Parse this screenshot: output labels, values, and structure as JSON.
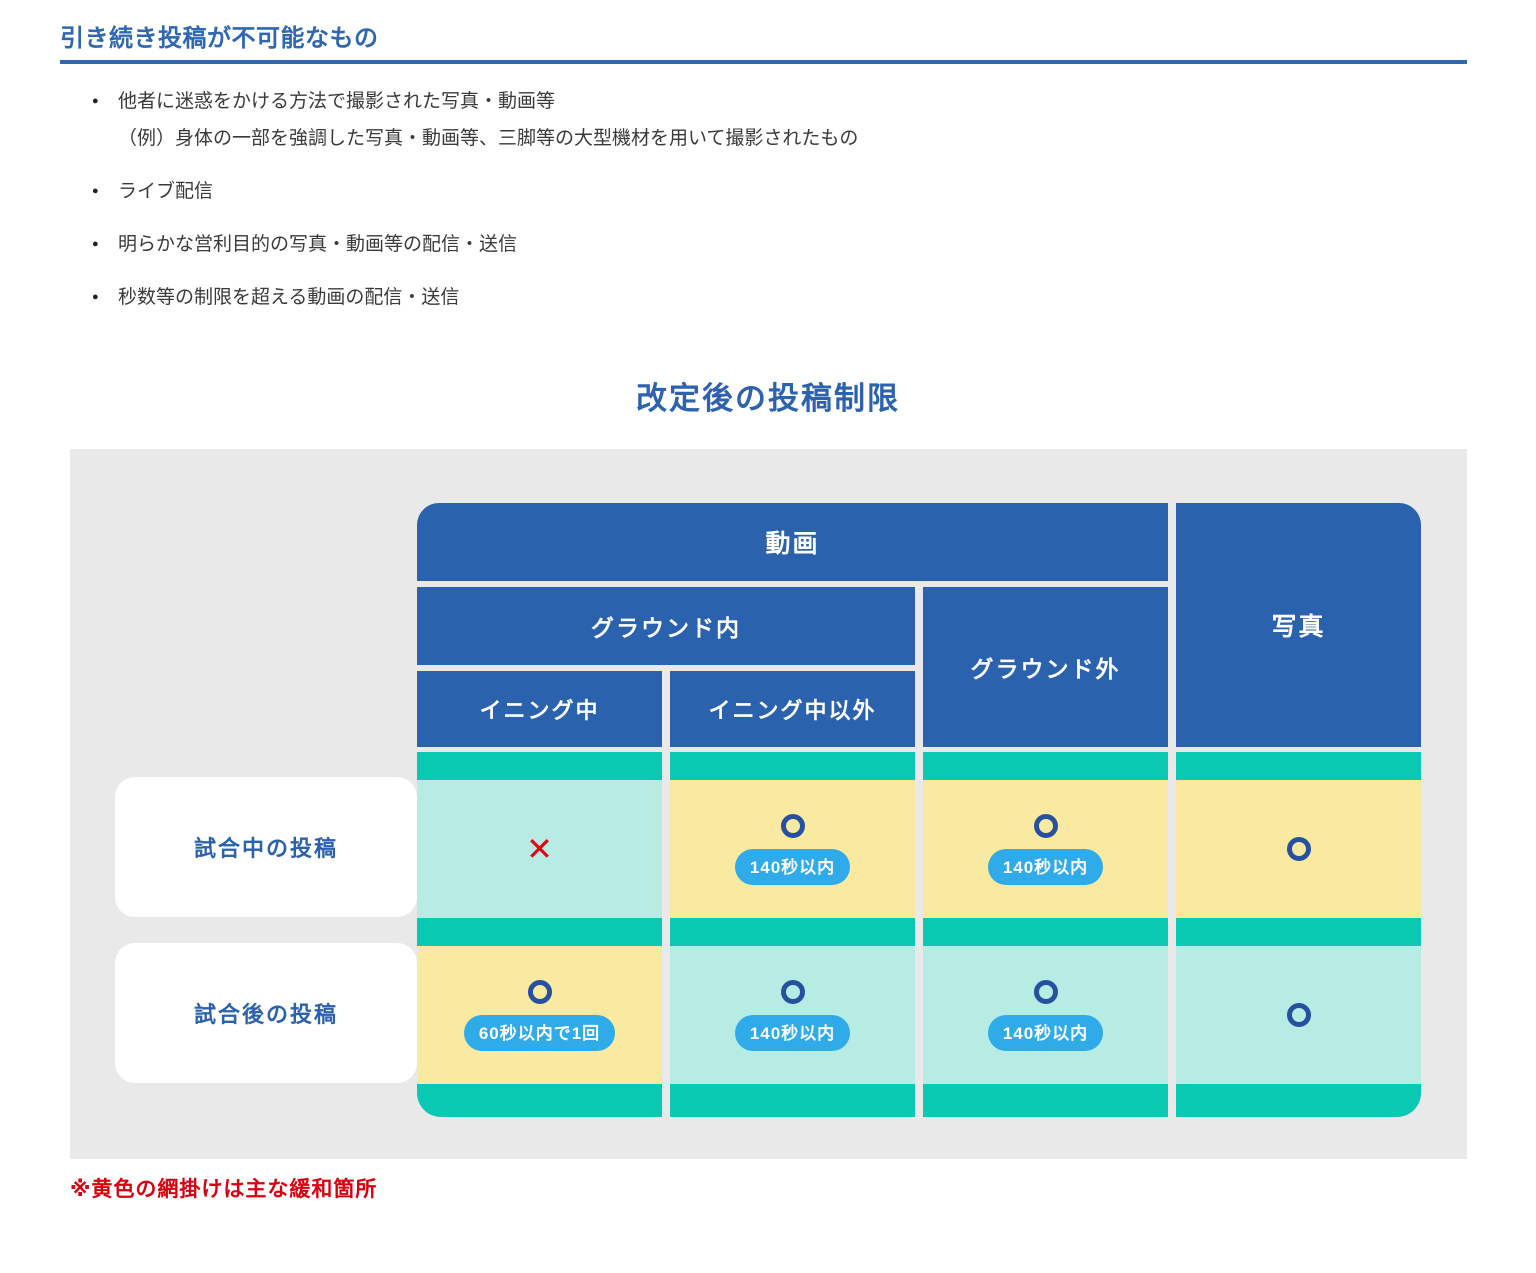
{
  "page": {
    "heading": "引き続き投稿が不可能なもの",
    "bullets": [
      {
        "text": "他者に迷惑をかける方法で撮影された写真・動画等",
        "sub": "（例）身体の一部を強調した写真・動画等、三脚等の大型機材を用いて撮影されたもの"
      },
      {
        "text": "ライブ配信",
        "sub": ""
      },
      {
        "text": "明らかな営利目的の写真・動画等の配信・送信",
        "sub": ""
      },
      {
        "text": "秒数等の制限を超える動画の配信・送信",
        "sub": ""
      }
    ],
    "figure_title": "改定後の投稿制限",
    "footnote": "※黄色の網掛けは主な緩和箇所"
  },
  "table": {
    "headers": {
      "video": "動画",
      "photo": "写真",
      "in_ground": "グラウンド内",
      "out_ground": "グラウンド外",
      "during_inning": "イニング中",
      "outside_inning": "イニング中以外"
    },
    "rows": [
      {
        "label": "試合中の投稿",
        "cells": [
          {
            "mark": "✕",
            "pill": "",
            "highlight": false
          },
          {
            "mark": "○",
            "pill": "140秒以内",
            "highlight": true
          },
          {
            "mark": "○",
            "pill": "140秒以内",
            "highlight": true
          },
          {
            "mark": "○",
            "pill": "",
            "highlight": true
          }
        ]
      },
      {
        "label": "試合後の投稿",
        "cells": [
          {
            "mark": "○",
            "pill": "60秒以内で1回",
            "highlight": true
          },
          {
            "mark": "○",
            "pill": "140秒以内",
            "highlight": false
          },
          {
            "mark": "○",
            "pill": "140秒以内",
            "highlight": false
          },
          {
            "mark": "○",
            "pill": "",
            "highlight": false
          }
        ]
      }
    ]
  },
  "colors": {
    "heading_blue": "#2f67b0",
    "title_blue": "#2c62ae",
    "header_cell_blue": "#2b62ad",
    "dark_teal": "#0ac9b3",
    "mint": "#b7ece5",
    "highlight_yellow": "#fae9a1",
    "pill_blue": "#2fabe9",
    "ring_blue": "#27509e",
    "cross_red": "#e60012",
    "footnote_red": "#d7000f",
    "panel_gray": "#e9e9e9"
  }
}
